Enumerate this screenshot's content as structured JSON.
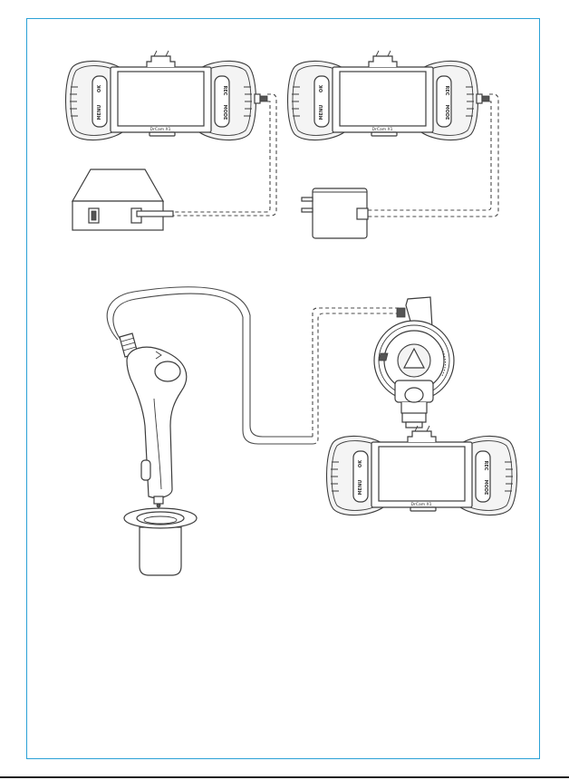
{
  "colors": {
    "frame_border": "#2aa1d6",
    "line": "#3c3c3c"
  },
  "icons": [
    "dash-camera-icon",
    "usb-power-bank-icon",
    "wall-adapter-icon",
    "car-charger-icon",
    "windshield-mount-icon",
    "cigarette-socket-icon"
  ],
  "camera": {
    "left_button_top": "OK",
    "left_button_bottom": "MENU",
    "right_button_top": "REC",
    "right_button_bottom": "MODE",
    "model_label": "DrCam X1"
  }
}
